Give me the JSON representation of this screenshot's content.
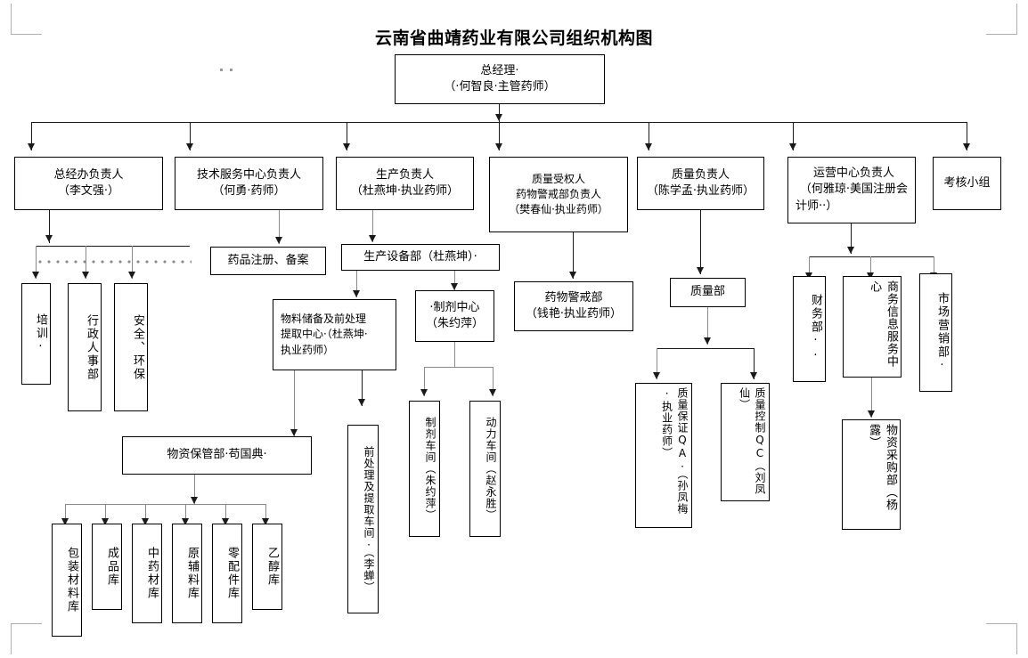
{
  "document": {
    "title": "云南省曲靖药业有限公司组织机构图",
    "type": "organization-chart",
    "page_marks": [
      "top-left",
      "top-right",
      "bottom-left",
      "bottom-right"
    ]
  },
  "chart_data": {
    "type": "diagram",
    "title": "云南省曲靖药业有限公司组织机构图",
    "root": "总经理（何智良·主管药师）",
    "levels": 5
  },
  "nodes": {
    "gm": "总经理·\n（·何智良·主管药师）",
    "gm_line1": "总经理·",
    "gm_line2": "（·何智良·主管药师）",
    "l2_a_line1": "总经办负责人",
    "l2_a_line2": "（李文强·）",
    "l2_b_line1": "技术服务中心负责人",
    "l2_b_line2": "（何勇·药师）",
    "l2_c_line1": "生产负责人",
    "l2_c_line2": "（杜燕坤·执业药师）",
    "l2_d_line1": "质量受权人",
    "l2_d_line2": "药物警戒部负责人",
    "l2_d_line3": "（樊春仙·执业药师）",
    "l2_e_line1": "质量负责人",
    "l2_e_line2": "（陈学孟·执业药师）",
    "l2_f_line1": "运营中心负责人",
    "l2_f_line2": "（何雅琼·美国注册会",
    "l2_f_line3": "计师··）",
    "l2_g": "考核小组",
    "training": "培训·",
    "hr": "行政人事部",
    "safety": "安全、环保",
    "drug_reg": "药品注册、备案",
    "prod_equip": "生产设备部（杜燕坤）·",
    "material_center_line1": "物料储备及前处理",
    "material_center_line2": "提取中心·（杜燕坤·",
    "material_center_line3": "执业药师）",
    "prep_center_line1": "·制剂中心",
    "prep_center_line2": "（朱约萍）",
    "warehouse_dept": "物资保管部·苟国典·",
    "pretreat_workshop": "前处理及提取车间·（李蝉）",
    "prep_workshop": "制剂车间（朱约萍）",
    "power_workshop": "动力车间（赵永胜）",
    "pv_dept_line1": "药物警戒部",
    "pv_dept_line2": "（钱艳·执业药师）",
    "quality_dept": "质量部",
    "qa": "质量保证QA·（孙凤梅·执业药师）",
    "qc": "质量控制QC（刘凤仙）",
    "finance": "财务部··",
    "business_info": "商务信息服务中心",
    "marketing": "市场营销部·",
    "procurement": "物资采购部（杨露）",
    "wh_packaging": "包装材料库",
    "wh_finished": "成品库",
    "wh_herb": "中药材库",
    "wh_raw": "原辅料库",
    "wh_parts": "零配件库",
    "wh_ethanol": "乙醇库"
  }
}
